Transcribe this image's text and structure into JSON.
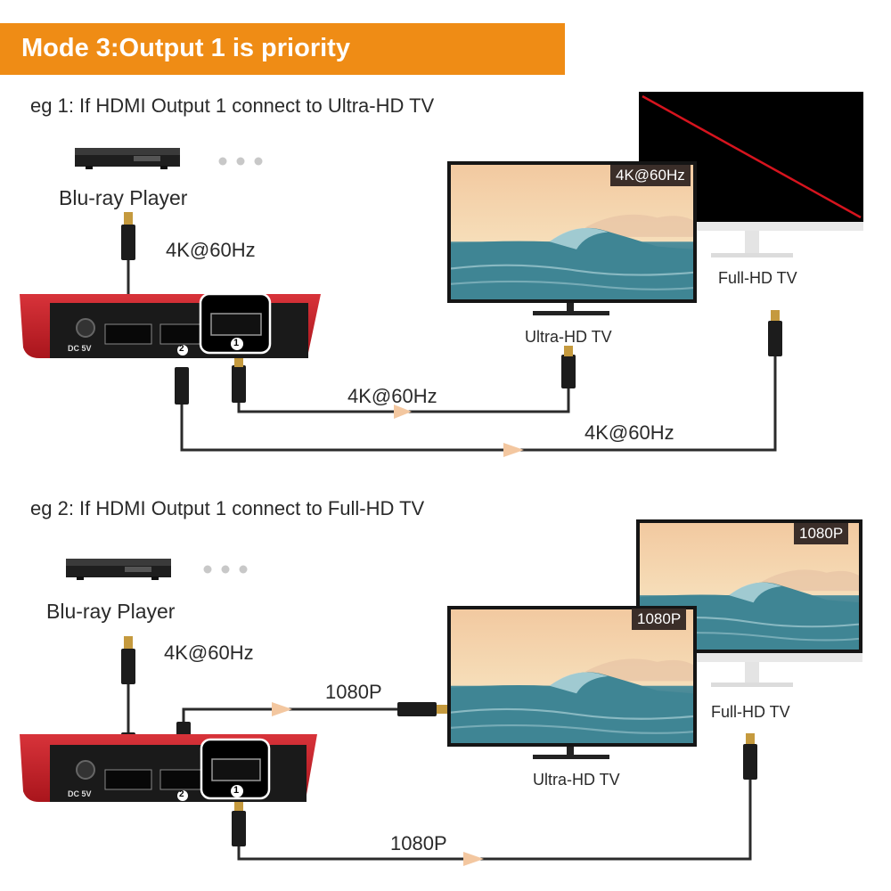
{
  "title": "Mode 3:Output 1 is priority",
  "colors": {
    "banner": "#ef8c15",
    "splitter": "#c8202a",
    "cable": "#2b2b2b",
    "arrow": "#f3c7a0"
  },
  "examples": [
    {
      "heading": "eg 1: If HDMI Output 1 connect to Ultra-HD TV",
      "source_label": "Blu-ray Player",
      "input_signal": "4K@60Hz",
      "output1_signal": "4K@60Hz",
      "output2_signal": "4K@60Hz",
      "uhd_tv": {
        "label": "Ultra-HD TV",
        "badge": "4K@60Hz"
      },
      "fhd_tv": {
        "label": "Full-HD TV",
        "status": "no-signal"
      }
    },
    {
      "heading": "eg 2: If HDMI Output 1 connect to Full-HD TV",
      "source_label": "Blu-ray Player",
      "input_signal": "4K@60Hz",
      "output1_signal": "1080P",
      "output2_signal": "1080P",
      "uhd_tv": {
        "label": "Ultra-HD TV",
        "badge": "1080P"
      },
      "fhd_tv": {
        "label": "Full-HD TV",
        "badge": "1080P"
      }
    }
  ],
  "splitter": {
    "dc_label": "DC 5V",
    "port1_number": "1",
    "port2_number": "2"
  }
}
